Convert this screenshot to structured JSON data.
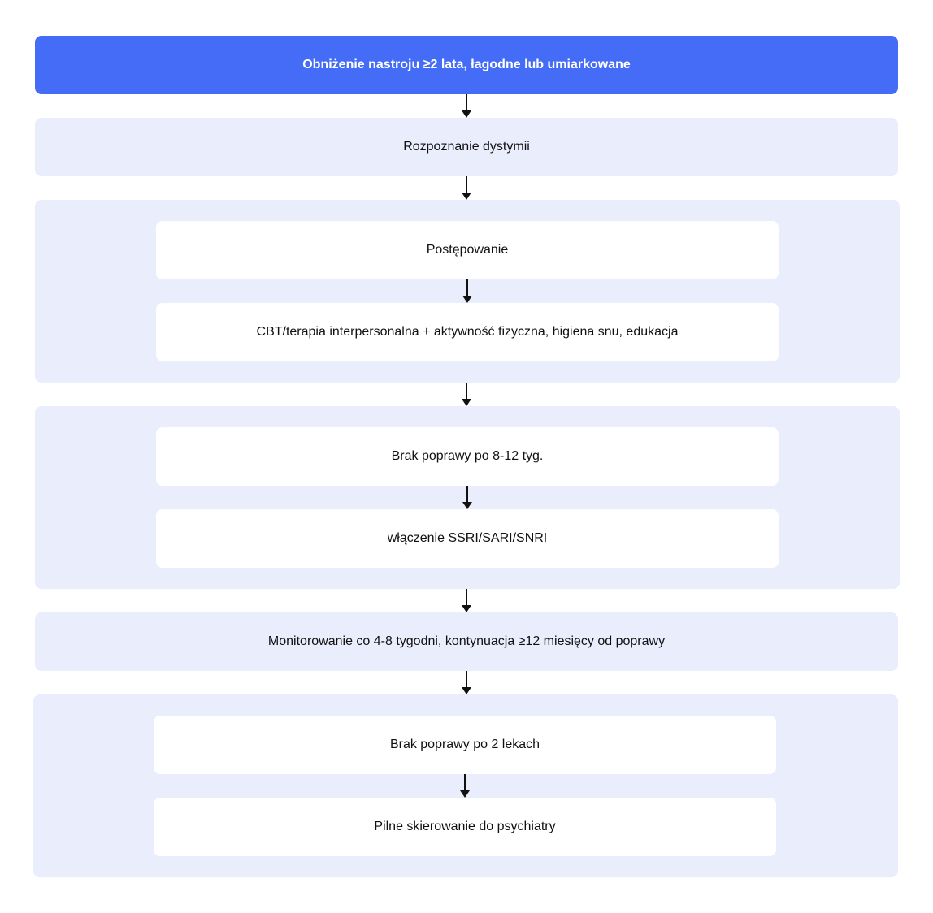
{
  "flowchart": {
    "start": "Obniżenie nastroju ≥2 lata, łagodne lub umiarkowane",
    "diagnosis": "Rozpoznanie dystymii",
    "management_group": {
      "step1": "Postępowanie",
      "step2": "CBT/terapia interpersonalna + aktywność fizyczna, higiena snu, edukacja"
    },
    "no_improvement_group": {
      "step1": "Brak poprawy po 8-12 tyg.",
      "step2": "włączenie SSRI/SARI/SNRI"
    },
    "monitoring": "Monitorowanie co 4-8 tygodni, kontynuacja ≥12 miesięcy od poprawy",
    "referral_group": {
      "step1": "Brak poprawy po 2 lekach",
      "step2": "Pilne skierowanie do psychiatry"
    }
  },
  "colors": {
    "primary": "#446cf6",
    "group_background": "#eaeefc",
    "inner_background": "#ffffff",
    "arrow": "#111111"
  }
}
